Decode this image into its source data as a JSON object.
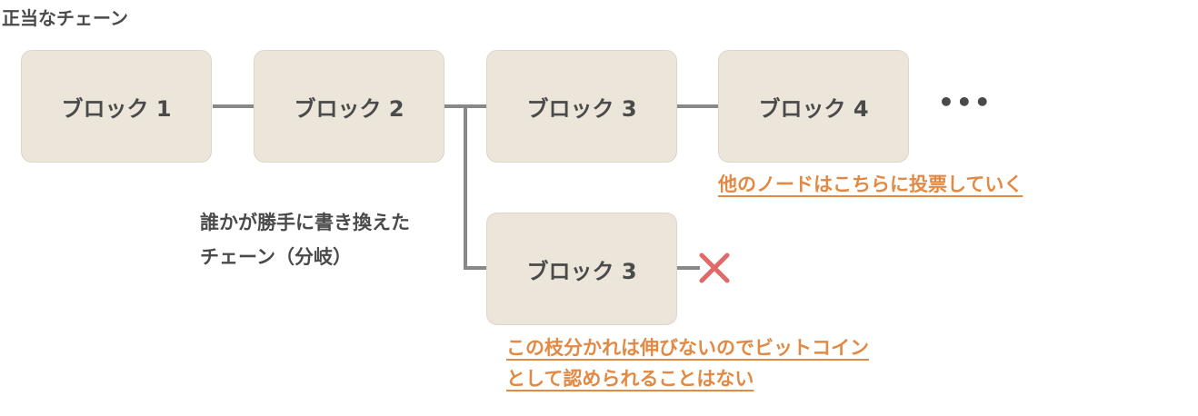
{
  "title": "正当なチェーン",
  "main_chain": {
    "blocks": [
      {
        "label": "ブロック 1"
      },
      {
        "label": "ブロック 2"
      },
      {
        "label": "ブロック 3"
      },
      {
        "label": "ブロック 4"
      }
    ],
    "continuation": "•••",
    "note": "他のノードはこちらに投票していく"
  },
  "fork": {
    "label_lines": [
      "誰かが勝手に書き換えた",
      "チェーン（分岐）"
    ],
    "block": {
      "label": "ブロック 3"
    },
    "rejected_icon": "cross-mark-icon",
    "note_lines": [
      "この枝分かれは伸びないのでビットコイン",
      "として認められることはない"
    ]
  },
  "colors": {
    "block_fill": "#ece5da",
    "connector": "#888888",
    "note": "#e08a45",
    "cross": "#e06a6a",
    "text": "#4a4a4a"
  }
}
